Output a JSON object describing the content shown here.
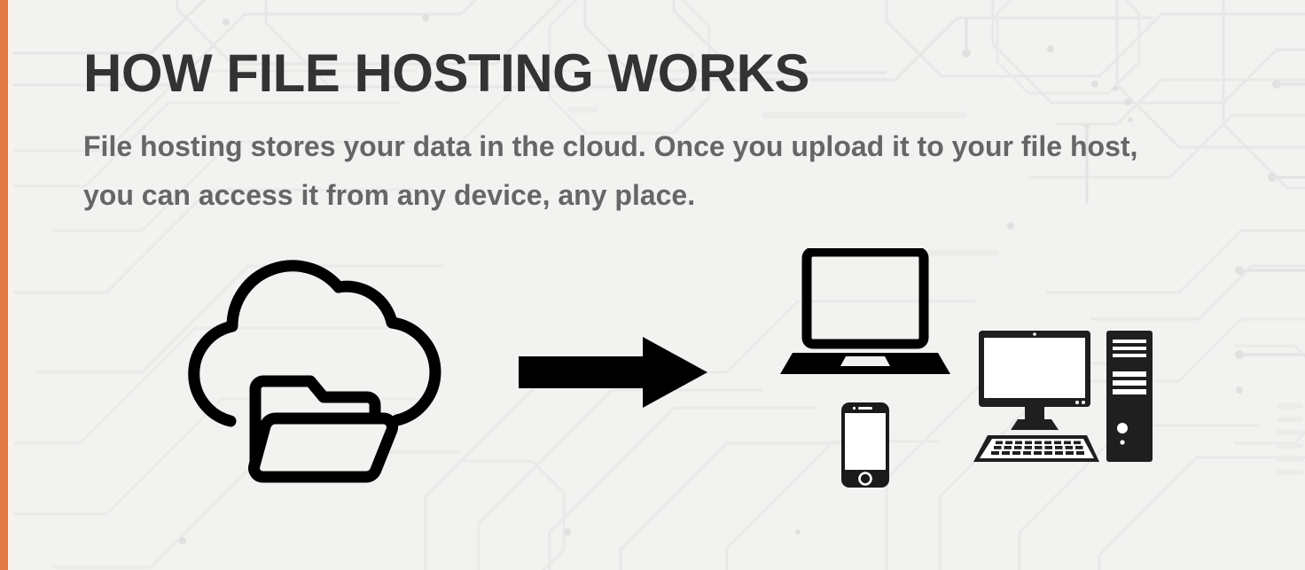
{
  "page": {
    "background_color": "#f2f2f1",
    "accent_color": "#e07a42",
    "accent_tint_color": "#fdf0e7",
    "headline_color": "#333333",
    "subhead_color": "#666666",
    "icon_color": "#000000",
    "pattern_name": "circuit-board-pattern",
    "pattern_color": "#e8e8e7"
  },
  "headline": "HOW FILE HOSTING WORKS",
  "subhead": "File hosting stores your data in the cloud. Once you upload it to your file host, you can access it from any device, any place.",
  "graphics": {
    "source": {
      "icon_name": "cloud-folder-icon",
      "label": "cloud storage"
    },
    "flow": {
      "icon_name": "right-arrow-icon",
      "label": "data flows to devices"
    },
    "devices": [
      {
        "icon_name": "laptop-icon",
        "label": "laptop"
      },
      {
        "icon_name": "smartphone-icon",
        "label": "smartphone"
      },
      {
        "icon_name": "desktop-computer-icon",
        "label": "desktop computer with monitor, keyboard and tower"
      }
    ]
  }
}
